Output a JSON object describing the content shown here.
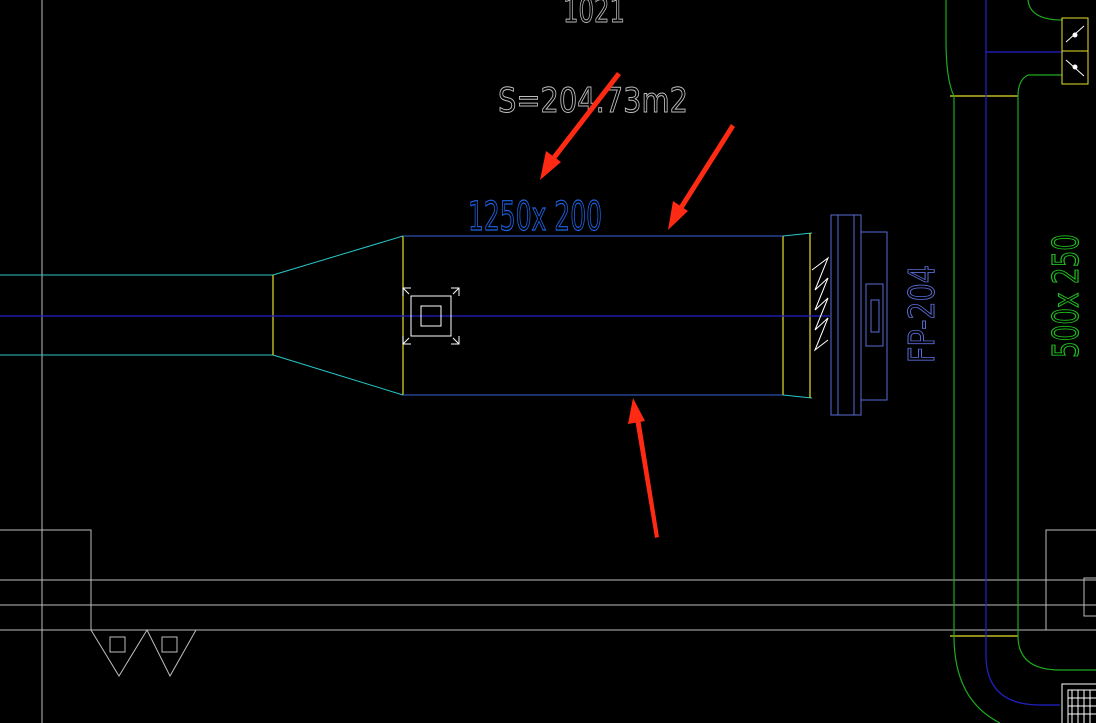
{
  "drawing": {
    "room_number": "1021",
    "room_area": "S=204.73m2",
    "main_duct_size": "1250x 200",
    "fan_coil_tag": "FP-204",
    "branch_duct_size": "500x 250"
  },
  "colors": {
    "background": "#000000",
    "room_text": "#bdbdbd",
    "duct_text": "#1e63e6",
    "fan_text": "#5a6cd6",
    "branch_text": "#1fbf1f",
    "cyan": "#27c7c7",
    "yellow": "#e6e02a",
    "blue_line": "#2222cc",
    "duct_edge": "#3a62d8",
    "green": "#1faa1f",
    "grey": "#bdbdbd",
    "white": "#ffffff",
    "annotation_arrow": "#ff2a14"
  },
  "annotations": {
    "arrow_count": 3
  }
}
